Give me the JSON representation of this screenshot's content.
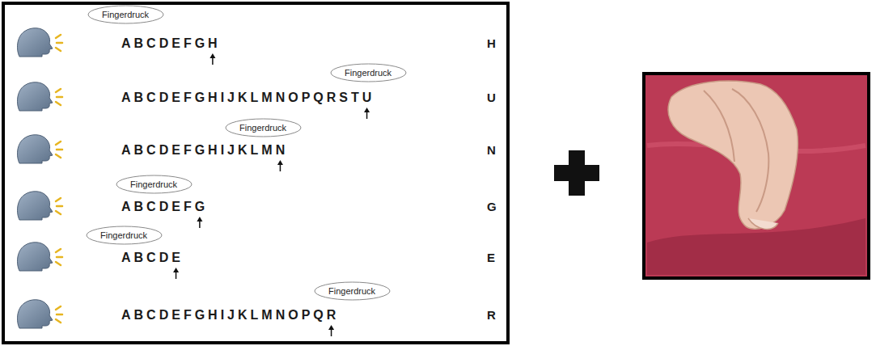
{
  "diagram": {
    "nodes": [
      {
        "text": [
          "Fingerdruck"
        ]
      },
      {
        "text": [
          "Fingerdruck"
        ]
      },
      {
        "text": [
          "Fingerdruck"
        ]
      },
      {
        "text": [
          "Fingerdruck"
        ]
      },
      {
        "text": [
          "Fingerdruck"
        ]
      },
      {
        "text": [
          "Fingerdruck"
        ]
      }
    ],
    "labels": [
      "ABCDEFGH",
      "H",
      "ABCDEFGHIJKLMNOPQRSTU",
      "U",
      "ABCDEFGHIJKLMN",
      "N",
      "ABCDEFG",
      "G",
      "ABCDE",
      "E",
      "ABCDEFGHIJKLMNOPQR",
      "R"
    ]
  }
}
